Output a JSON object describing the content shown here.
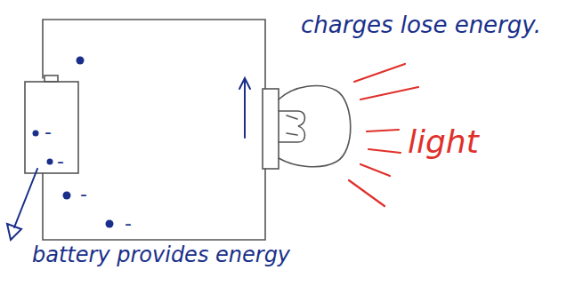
{
  "diagram": {
    "labels": [
      "charges lose energy.",
      "light",
      "battery provides energy",
      "-",
      "-",
      "-",
      "-"
    ]
  }
}
